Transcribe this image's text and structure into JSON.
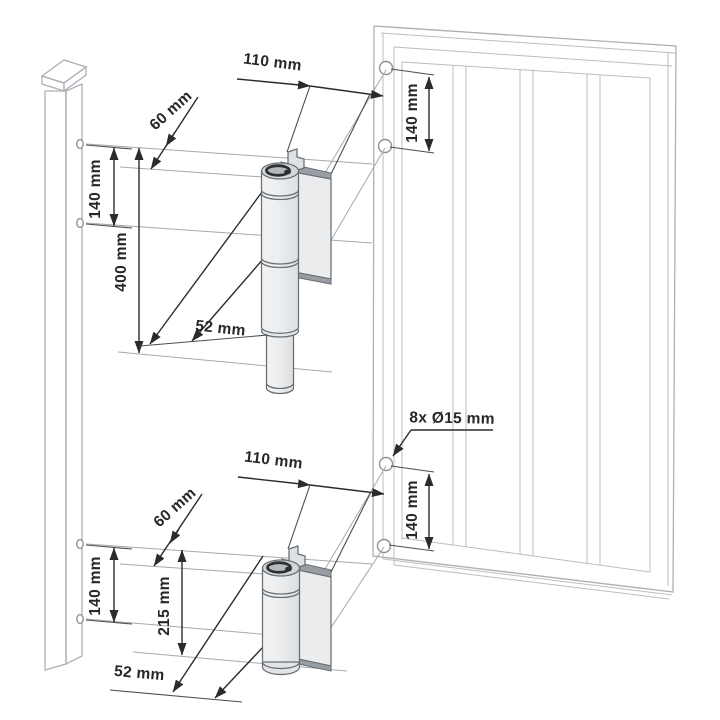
{
  "diagram": {
    "title": "gate-hinge-mounting-dimensions",
    "units": "mm",
    "colors": {
      "background": "#ffffff",
      "structure_line": "#aab0b5",
      "hinge_outline": "#686e73",
      "hinge_fill": "#eceef0",
      "hinge_shade": "#989ea3",
      "dimension_line": "#2b2b2b",
      "dimension_text": "#272727"
    },
    "labels": {
      "top_group": {
        "gate_offset_110": "110 mm",
        "post_offset_60": "60 mm",
        "post_hole_spacing_140": "140 mm",
        "hinge_spacing_400": "400 mm",
        "axis_offset_52": "52 mm",
        "gate_hole_spacing_140": "140 mm"
      },
      "drill_note": "8x Ø15 mm",
      "bottom_group": {
        "gate_offset_110": "110 mm",
        "post_offset_60": "60 mm",
        "post_hole_spacing_140": "140 mm",
        "bottom_distance_215": "215 mm",
        "axis_offset_52": "52 mm",
        "gate_hole_spacing_140": "140 mm"
      }
    }
  }
}
